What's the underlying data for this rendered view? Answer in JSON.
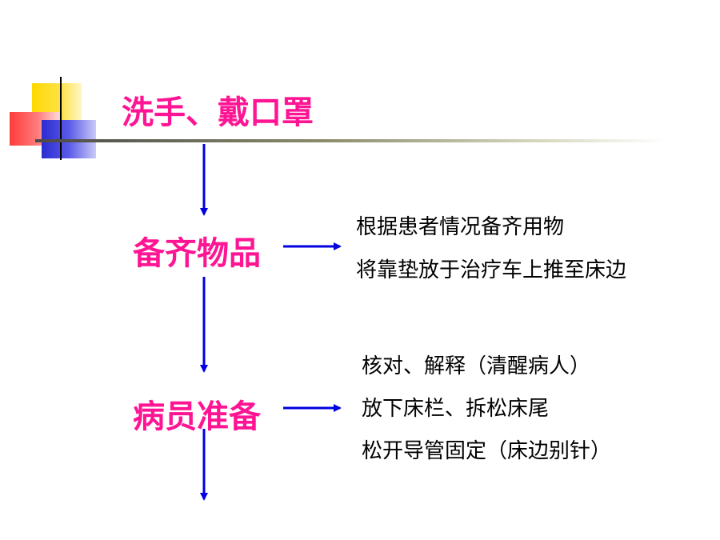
{
  "colors": {
    "heading": "#ff1493",
    "arrow": "#0000e0",
    "text": "#000000"
  },
  "title": "洗手、戴口罩",
  "steps": [
    {
      "label": "备齐物品",
      "details": [
        "根据患者情况备齐用物",
        "将靠垫放于治疗车上推至床边"
      ]
    },
    {
      "label": "病员准备",
      "details": [
        "核对、解释（清醒病人）",
        "放下床栏、拆松床尾",
        "松开导管固定（床边别针）"
      ]
    }
  ]
}
